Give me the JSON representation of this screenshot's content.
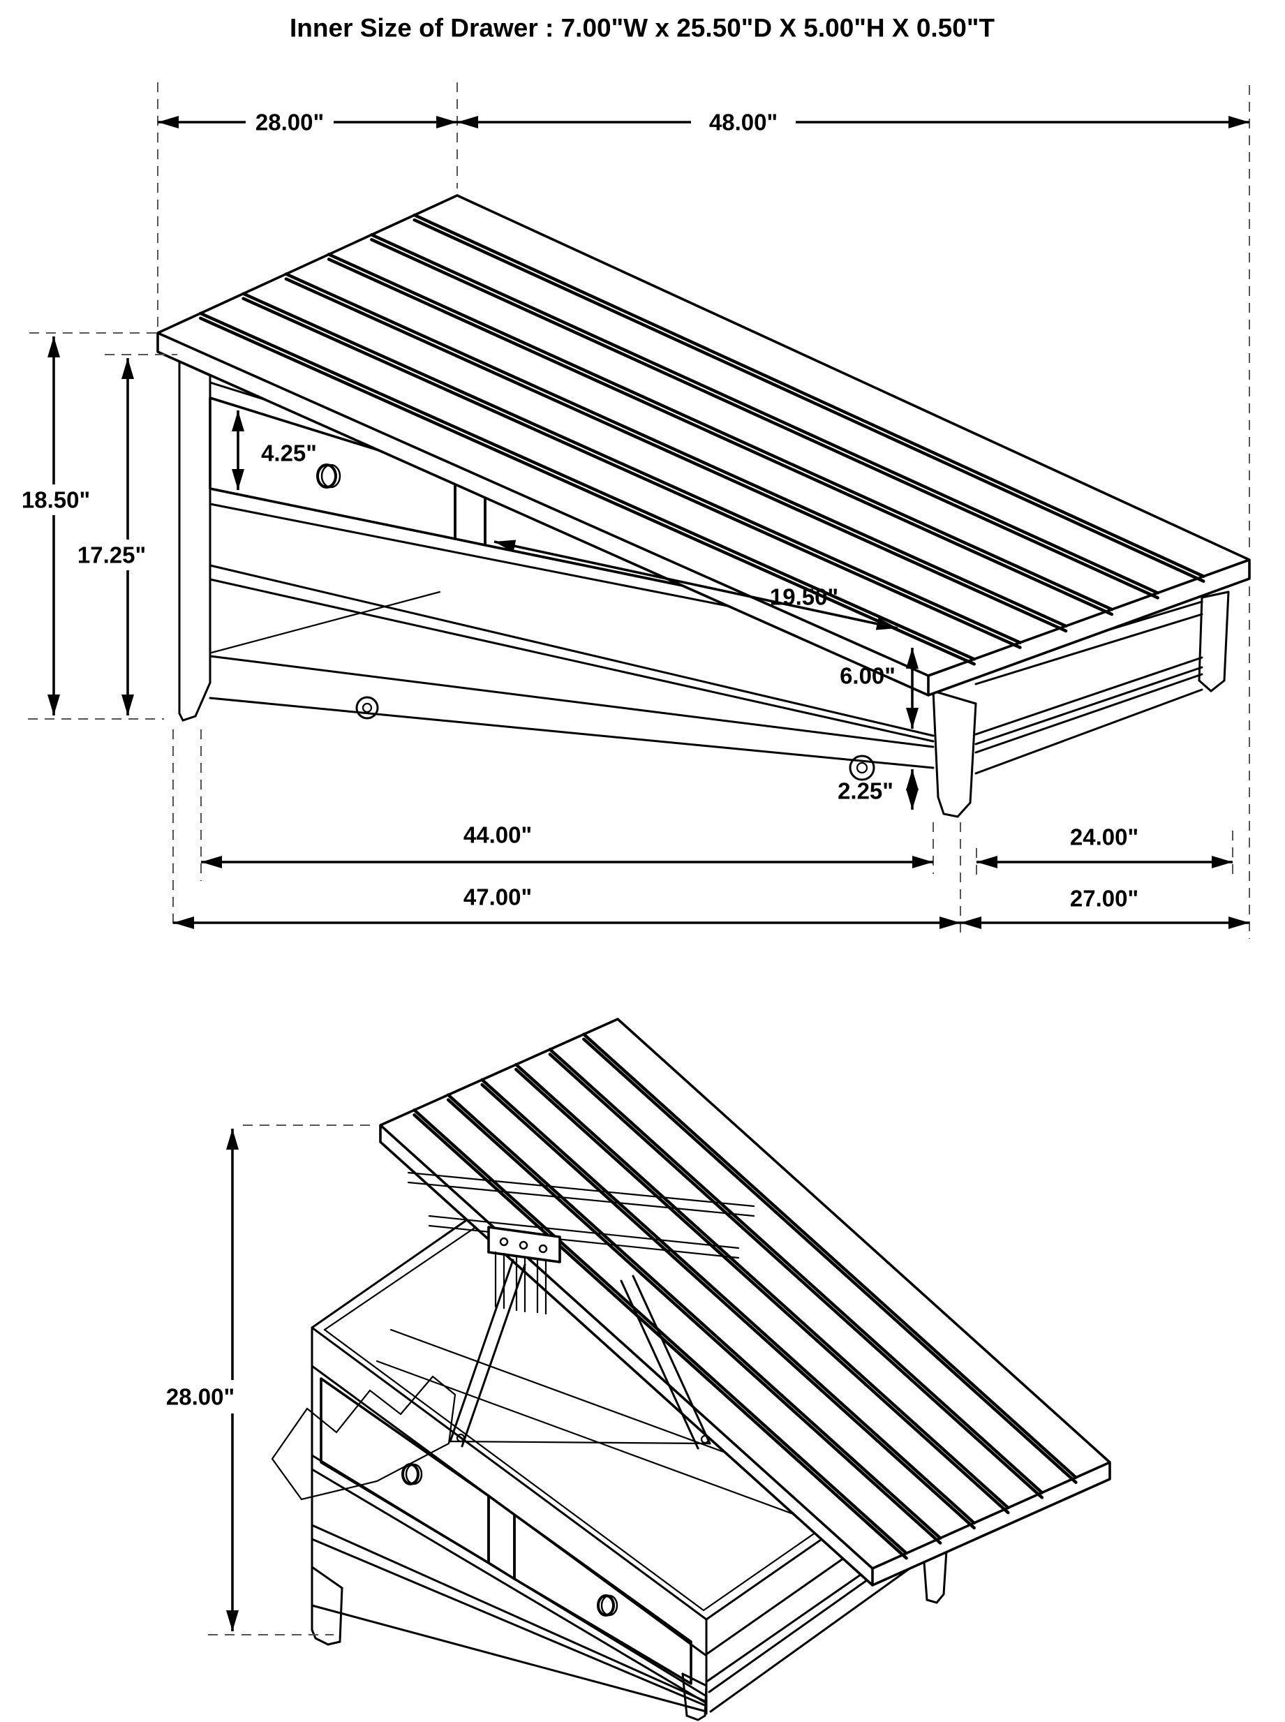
{
  "title": "Inner Size of Drawer : 7.00\"W x 25.50\"D X 5.00\"H X 0.50\"T",
  "upper_diagram": {
    "label": "Coffee table closed view",
    "dims": {
      "top_depth": "28.00\"",
      "top_length": "48.00\"",
      "total_height": "18.50\"",
      "base_height": "17.25\"",
      "drawer_front_height": "4.25\"",
      "drawer_width": "19.50\"",
      "shelf_opening_height": "6.00\"",
      "bottom_clearance": "2.25\"",
      "base_length": "44.00\"",
      "base_depth": "24.00\"",
      "floor_length": "47.00\"",
      "floor_depth": "27.00\""
    }
  },
  "lower_diagram": {
    "label": "Coffee table lift-top open view",
    "dims": {
      "open_height": "28.00\""
    }
  }
}
